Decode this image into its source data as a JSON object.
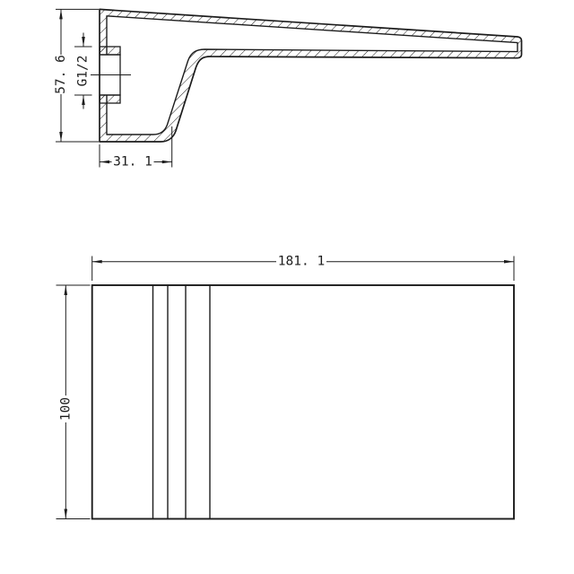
{
  "colors": {
    "line": "#1c1c1c",
    "background": "#ffffff"
  },
  "dimensions": {
    "side_height": "57. 6",
    "inlet_thread": "G1/2",
    "spout_base_depth": "31. 1",
    "body_length": "181. 1",
    "body_height": "100"
  }
}
